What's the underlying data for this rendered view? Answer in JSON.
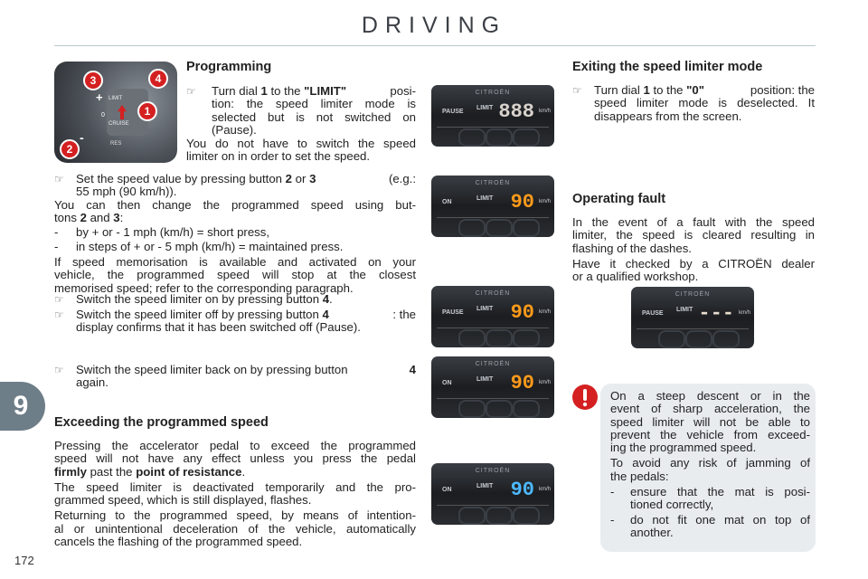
{
  "header": {
    "title": "DRIVING"
  },
  "chapter": {
    "number": "9"
  },
  "page": {
    "number": "172"
  },
  "left": {
    "programming": {
      "heading": "Programming",
      "turn_l1": "Turn dial ",
      "turn_dial": "1",
      "turn_l1b": " to the ",
      "turn_limit": "\"LIMIT\"",
      "turn_l1c": " posi-",
      "turn_l2": "tion: the speed limiter mode is",
      "turn_l3": "selected but is not switched on",
      "turn_l4": "(Pause).",
      "nohave_l1": "You do not have to switch the speed",
      "nohave_l2": "limiter on in order to set the speed."
    },
    "set_l1a": "Set the speed value by pressing button ",
    "set_b2": "2",
    "set_or": " or ",
    "set_b3": "3",
    "set_l1b": " (e.g.:",
    "set_l2": "55 mph (90 km/h)).",
    "change_l1": "You can then change the programmed speed using but-",
    "change_l2a": "tons ",
    "change_b2": "2",
    "change_and": " and ",
    "change_b3": "3",
    "change_colon": ":",
    "dash1": "by + or - 1 mph (km/h) = short press,",
    "dash2": "in steps of + or - 5 mph (km/h) = maintained press.",
    "memo_l1": "If speed memorisation is available and activated on your",
    "memo_l2": "vehicle, the programmed speed will stop at the closest",
    "memo_l3": "memorised speed; refer to the corresponding paragraph.",
    "on_a": "Switch the speed limiter on by pressing button ",
    "on_b": "4",
    "on_c": ".",
    "off_a": "Switch the speed limiter off by pressing button ",
    "off_b": "4",
    "off_c": ": the",
    "off_l2": "display confirms that it has been switched off (Pause).",
    "back_a": "Switch the speed limiter back on by pressing button ",
    "back_b": "4",
    "back_l2": "again.",
    "exceeding": {
      "heading": "Exceeding the programmed speed",
      "p1_l1": "Pressing the accelerator pedal to exceed the programmed",
      "p1_l2": "speed will not have any effect unless you press the pedal",
      "p1_firmly": "firmly",
      "p1_past": " past the ",
      "p1_point": "point of resistance",
      "p1_dot": ".",
      "p2_l1": "The speed limiter is deactivated temporarily and the pro-",
      "p2_l2": "grammed speed, which is still displayed, flashes.",
      "p3_l1": "Returning to the programmed speed, by means of intention-",
      "p3_l2": "al or unintentional deceleration of the vehicle, automatically",
      "p3_l3": "cancels the flashing of the programmed speed."
    }
  },
  "photo": {
    "n1": "1",
    "n2": "2",
    "n3": "3",
    "n4": "4",
    "limit": "LIMIT",
    "cruise": "CRUISE",
    "plus": "+",
    "minus": "-",
    "zero": "0",
    "res": "RES"
  },
  "clusters": [
    {
      "brand": "CITROËN",
      "state": "PAUSE",
      "mode": "LIMIT",
      "digits": "888",
      "unit": "km/h",
      "color": "#d8d2cc"
    },
    {
      "brand": "CITROËN",
      "state": "ON",
      "mode": "LIMIT",
      "digits": "90",
      "unit": "km/h",
      "color": "#ff9a1a"
    },
    {
      "brand": "CITROËN",
      "state": "PAUSE",
      "mode": "LIMIT",
      "digits": "90",
      "unit": "km/h",
      "color": "#ff9a1a"
    },
    {
      "brand": "CITROËN",
      "state": "ON",
      "mode": "LIMIT",
      "digits": "90",
      "unit": "km/h",
      "color": "#ff9a1a"
    },
    {
      "brand": "CITROËN",
      "state": "ON",
      "mode": "LIMIT",
      "digits": "90",
      "unit": "km/h",
      "color": "#4db8ff"
    },
    {
      "brand": "CITROËN",
      "state": "PAUSE",
      "mode": "LIMIT",
      "digits": "---",
      "unit": "km/h",
      "color": "#e8dccf"
    }
  ],
  "right": {
    "exiting": {
      "heading": "Exiting the speed limiter mode",
      "l1a": "Turn dial ",
      "l1b": "1",
      "l1c": " to the ",
      "l1d": "\"0\"",
      "l1e": " position: the",
      "l2": "speed limiter mode is deselected. It",
      "l3": "disappears from the screen."
    },
    "fault": {
      "heading": "Operating fault",
      "p1_l1": "In the event of a fault with the speed",
      "p1_l2": "limiter, the speed is cleared resulting in",
      "p1_l3": "flashing of the dashes.",
      "p2_l1": "Have it checked by a CITROËN dealer",
      "p2_l2": "or a qualified workshop."
    },
    "warning": {
      "l1": "On a steep descent or in the",
      "l2": "event of sharp acceleration, the",
      "l3": "speed limiter will not be able to",
      "l4": "prevent the vehicle from exceed-",
      "l5": "ing the programmed speed.",
      "l6": "To avoid any risk of jamming of",
      "l7": "the pedals:",
      "d1_l1": "ensure that the mat is posi-",
      "d1_l2": "tioned correctly,",
      "d2_l1": "do not fit one mat on top of",
      "d2_l2": "another."
    }
  },
  "colors": {
    "accent_line": "#b8c8cf",
    "chapter_tab": "#6e7e88",
    "warning_red": "#d42020",
    "warning_box": "#e8ecef"
  }
}
